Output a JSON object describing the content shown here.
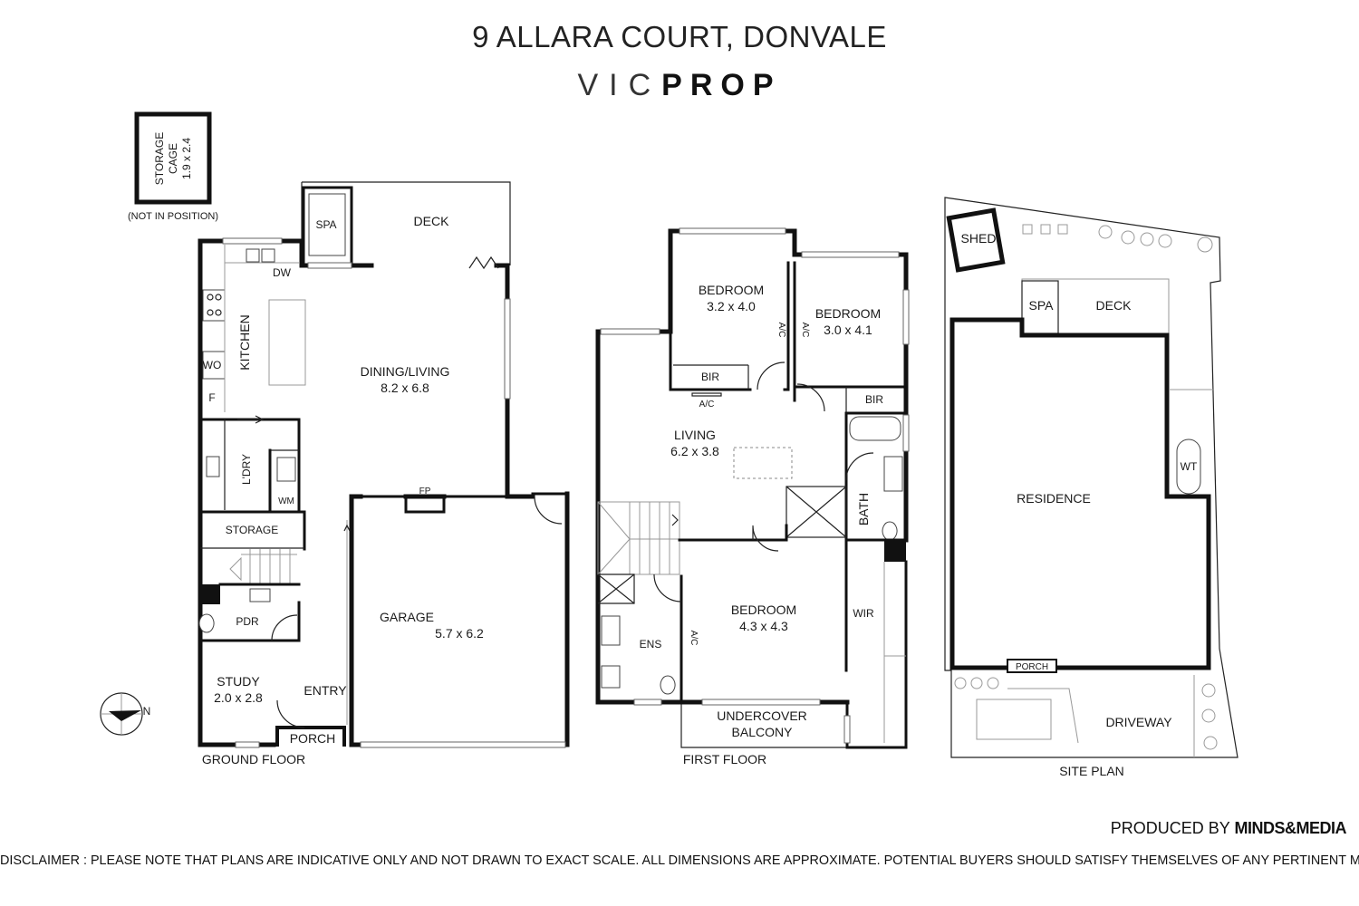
{
  "header": {
    "address": "9 ALLARA COURT, DONVALE",
    "brand_light": "VIC",
    "brand_bold": "PROP"
  },
  "ground_floor": {
    "caption": "GROUND FLOOR",
    "storage_cage": {
      "name_line1": "STORAGE",
      "name_line2": "CAGE",
      "size": "1.9 x 2.4",
      "note": "(NOT IN POSITION)"
    },
    "spa": "SPA",
    "deck": "DECK",
    "dw": "DW",
    "kitchen": "KITCHEN",
    "wo": "WO",
    "fridge": "F",
    "dining_living": {
      "name": "DINING/LIVING",
      "size": "8.2 x 6.8"
    },
    "laundry": "L'DRY",
    "wm": "WM",
    "fp": "FP",
    "storage": "STORAGE",
    "pdr": "PDR",
    "garage": {
      "name": "GARAGE",
      "size": "5.7 x 6.2"
    },
    "study": {
      "name": "STUDY",
      "size": "2.0 x 2.8"
    },
    "entry": "ENTRY",
    "porch": "PORCH",
    "compass_n": "N"
  },
  "first_floor": {
    "caption": "FIRST FLOOR",
    "bedroom1": {
      "name": "BEDROOM",
      "size": "3.2 x 4.0"
    },
    "bedroom2": {
      "name": "BEDROOM",
      "size": "3.0 x 4.1"
    },
    "ac": "A/C",
    "bir": "BIR",
    "living": {
      "name": "LIVING",
      "size": "6.2 x 3.8"
    },
    "bath": "BATH",
    "wir": "WIR",
    "ens": "ENS",
    "bedroom3": {
      "name": "BEDROOM",
      "size": "4.3 x 4.3"
    },
    "balcony_line1": "UNDERCOVER",
    "balcony_line2": "BALCONY"
  },
  "site_plan": {
    "caption": "SITE PLAN",
    "shed": "SHED",
    "spa": "SPA",
    "deck": "DECK",
    "wt": "WT",
    "residence": "RESIDENCE",
    "porch": "PORCH",
    "driveway": "DRIVEWAY"
  },
  "footer": {
    "produced_by": "PRODUCED BY",
    "producer": "MINDS&MEDIA",
    "disclaimer": "DISCLAIMER : PLEASE NOTE THAT PLANS ARE INDICATIVE ONLY AND NOT DRAWN TO EXACT SCALE. ALL DIMENSIONS ARE APPROXIMATE. POTENTIAL BUYERS SHOULD SATISFY THEMSELVES OF ANY PERTINENT MATTERS."
  }
}
